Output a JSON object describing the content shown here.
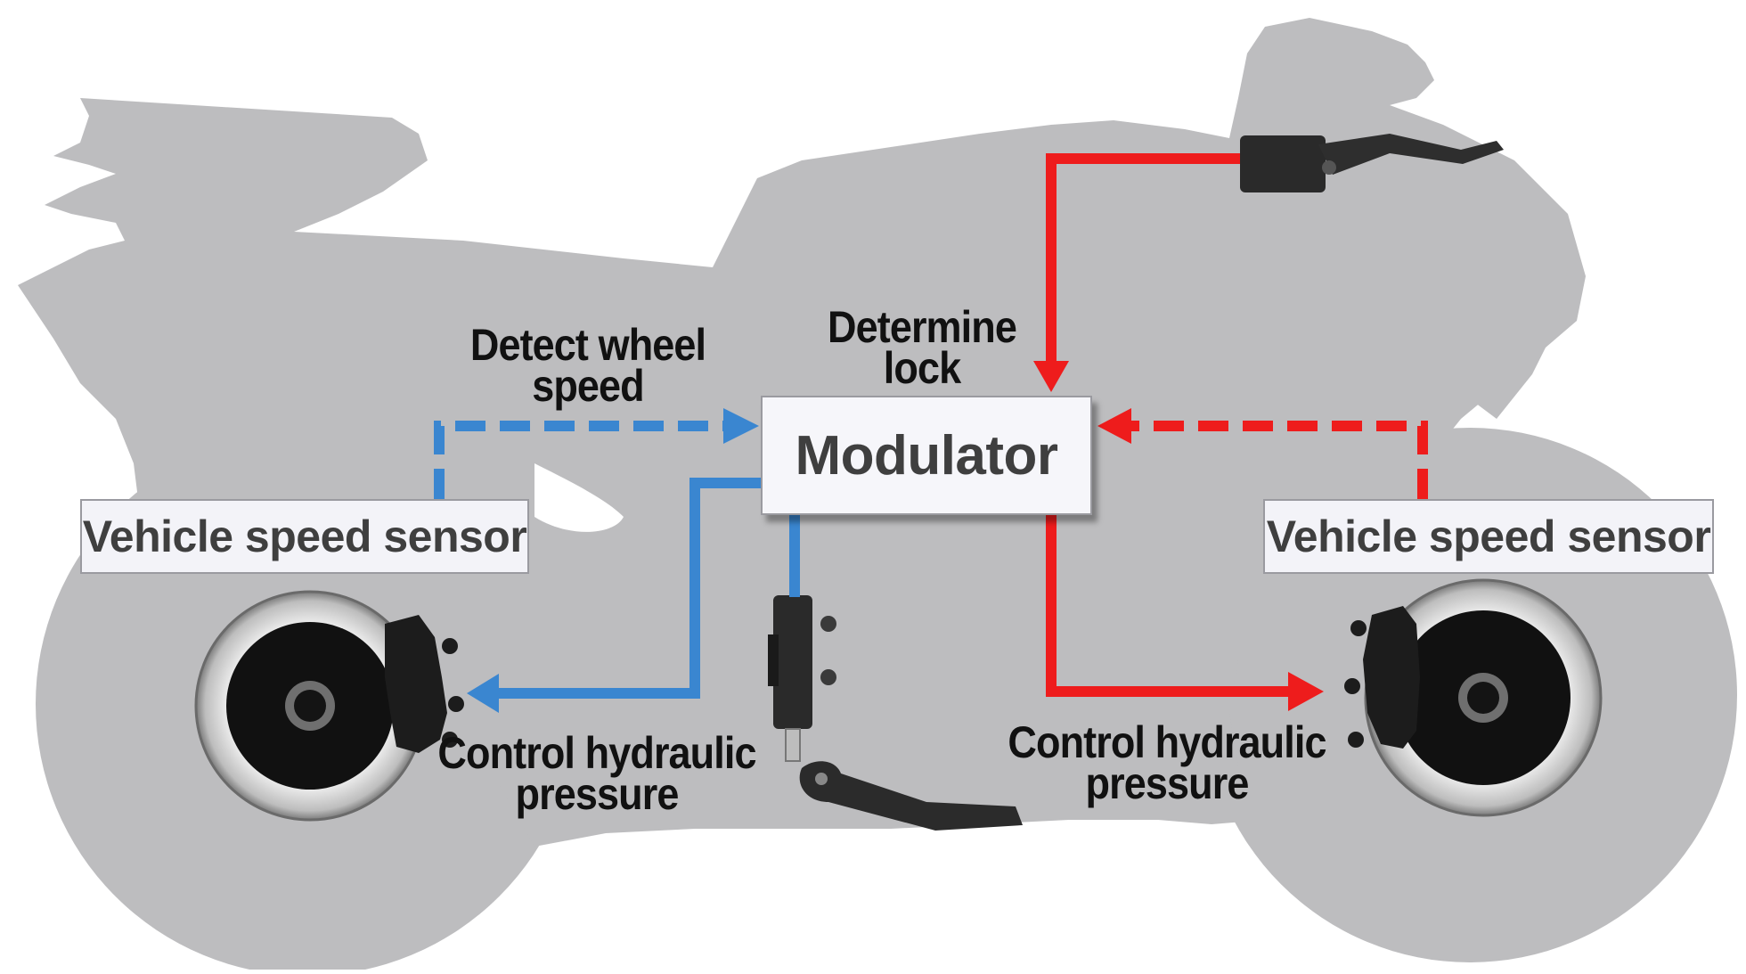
{
  "diagram": {
    "modulator": "Modulator",
    "left_sensor": "Vehicle speed sensor",
    "right_sensor": "Vehicle speed sensor",
    "detect_caption": {
      "line1": "Detect wheel",
      "line2": "speed"
    },
    "determine_caption": {
      "line1": "Determine",
      "line2": "lock"
    },
    "hydraulic_left": {
      "line1": "Control hydraulic",
      "line2": "pressure"
    },
    "hydraulic_right": {
      "line1": "Control hydraulic",
      "line2": "pressure"
    }
  },
  "colors": {
    "silhouette": "#bdbdbf",
    "blue": "#3a86d0",
    "red": "#ee1c1c",
    "box_bg": "#f3f3f8",
    "text": "#3f3f3f"
  }
}
